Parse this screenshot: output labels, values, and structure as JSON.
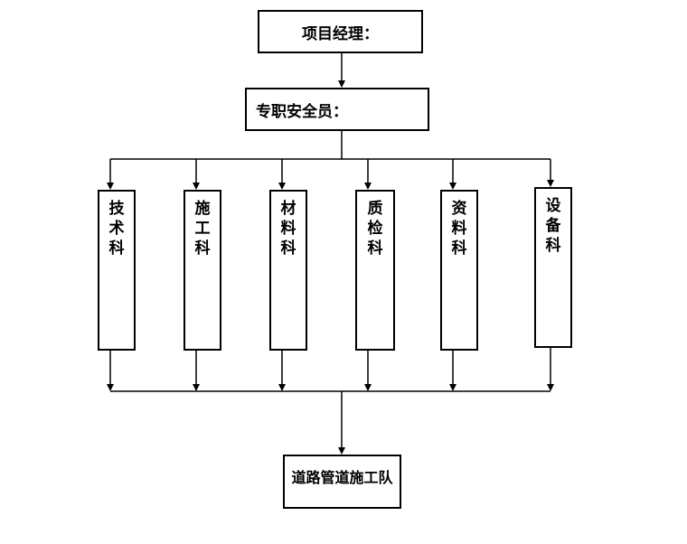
{
  "manager": {
    "label": "项目经理："
  },
  "safety_officer": {
    "label": "专职安全员："
  },
  "departments": [
    {
      "chars": [
        "技",
        "术",
        "科"
      ]
    },
    {
      "chars": [
        "施",
        "工",
        "科"
      ]
    },
    {
      "chars": [
        "材",
        "料",
        "科"
      ]
    },
    {
      "chars": [
        "质",
        "检",
        "科"
      ]
    },
    {
      "chars": [
        "资",
        "料",
        "科"
      ]
    },
    {
      "chars": [
        "设",
        "备",
        "科"
      ]
    }
  ],
  "team": {
    "label": "道路管道施工队"
  },
  "colors": {
    "line": "#000000",
    "box_fill": "#ffffff"
  }
}
